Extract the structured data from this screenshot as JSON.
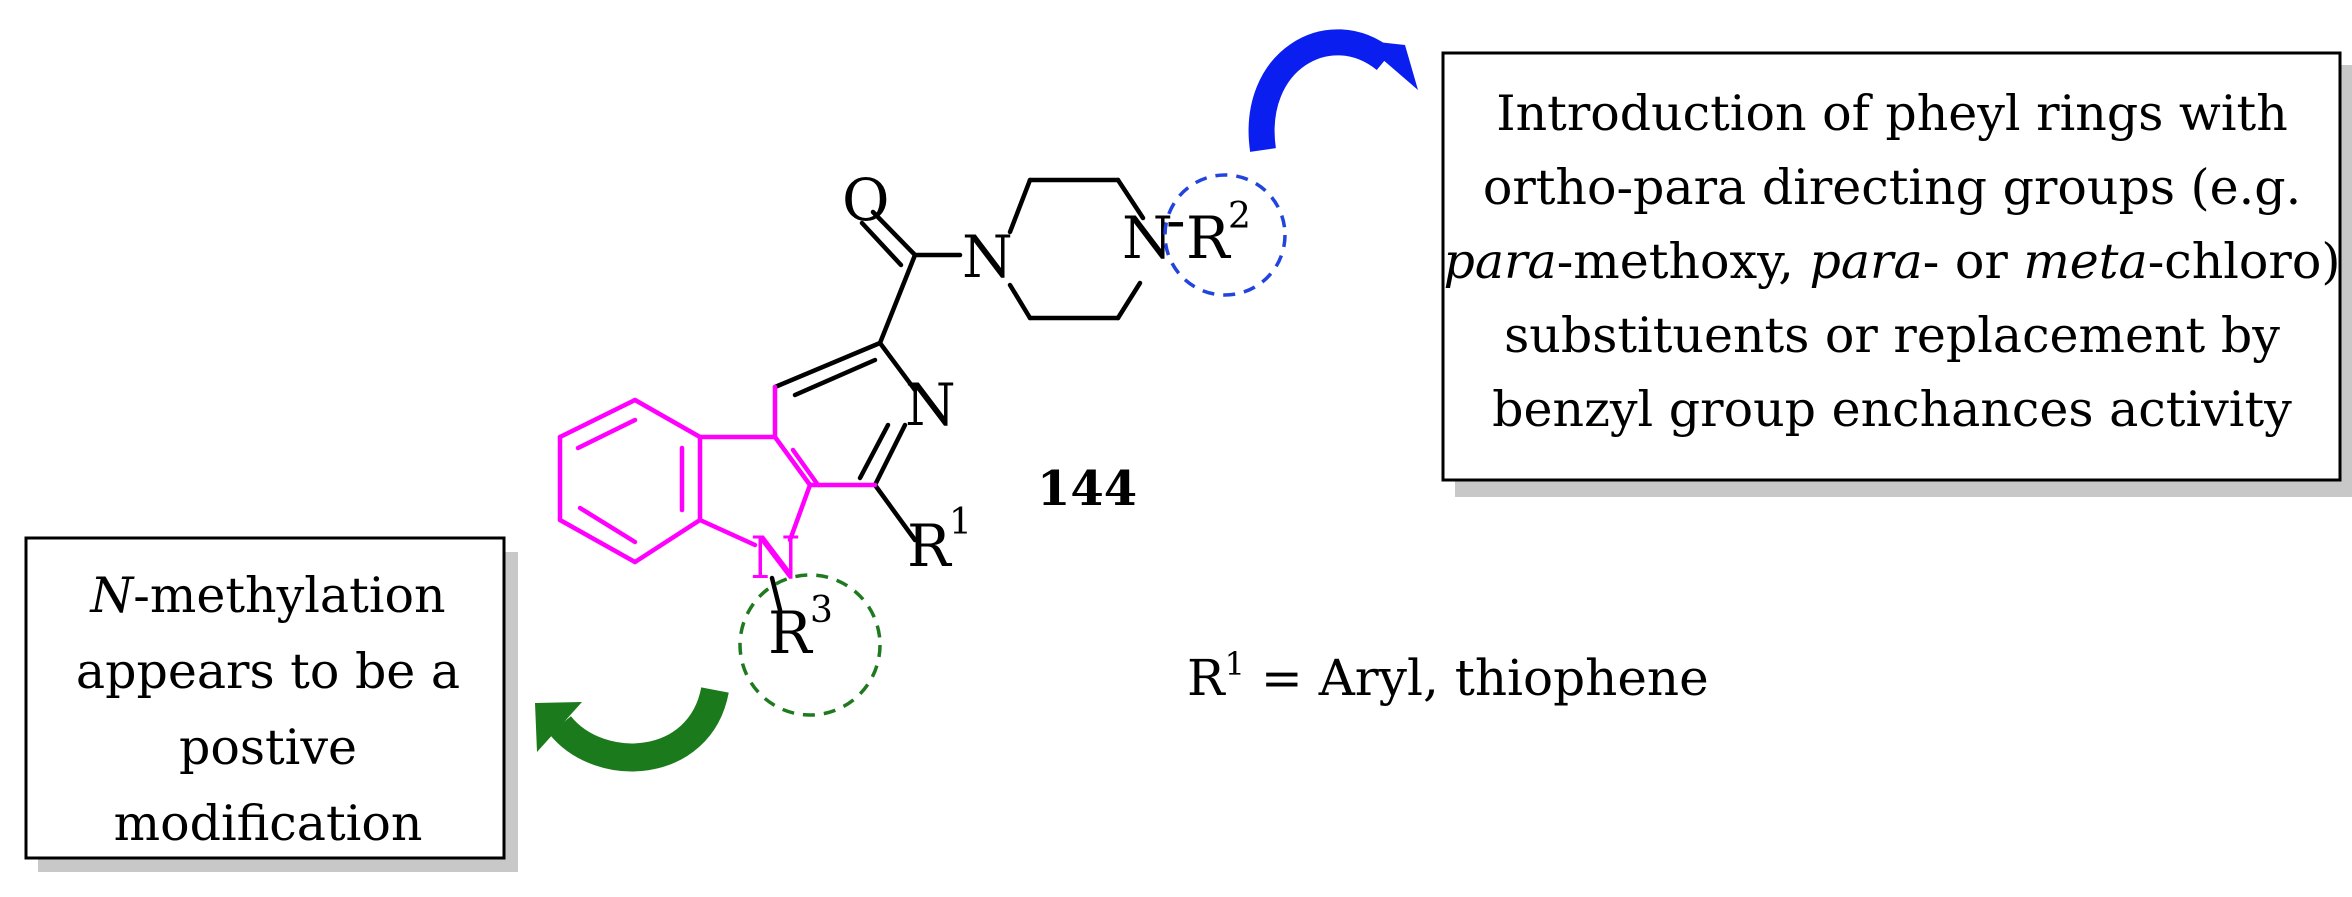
{
  "compound": {
    "number": "144",
    "atoms": {
      "oxygen": "O",
      "amide_nitrogen": "N",
      "piperazine_nitrogen": "N",
      "pyridine_nitrogen": "N",
      "indole_nitrogen": "N"
    },
    "substituents": {
      "r1": "R",
      "r1_sup": "1",
      "r2": "R",
      "r2_sup": "2",
      "r2_bond": "-",
      "r3": "R",
      "r3_sup": "3"
    }
  },
  "r1_definition": {
    "symbol": "R",
    "sup": "1",
    "text": " = Aryl, thiophene"
  },
  "right_box": {
    "line1": "Introduction of pheyl rings with",
    "line2": "ortho-para directing groups (e.g.",
    "line3_italic_a": "para",
    "line3_text_a": "-methoxy, ",
    "line3_italic_b": "para",
    "line3_text_b": "- or ",
    "line3_italic_c": "meta",
    "line3_text_c": "-chloro)",
    "line4": "substituents or replacement by",
    "line5": "benzyl group enchances activity"
  },
  "left_box": {
    "line1_italic": "N",
    "line1_text": "-methylation",
    "line2": "appears to be a",
    "line3": "postive",
    "line4": "modification"
  },
  "colors": {
    "carboline_core": "#ff00ff",
    "r2_circle": "#2244dd",
    "r2_arrow": "#0a1ef0",
    "r3_circle": "#1f7a1f",
    "r3_arrow": "#1b7a1b",
    "bonds": "#000000",
    "box_shadow": "#c8c8c8"
  },
  "arrows": [
    {
      "name": "r2-modification-arrow",
      "color": "blue",
      "points_to": "right_box"
    },
    {
      "name": "r3-modification-arrow",
      "color": "green",
      "points_to": "left_box"
    }
  ]
}
